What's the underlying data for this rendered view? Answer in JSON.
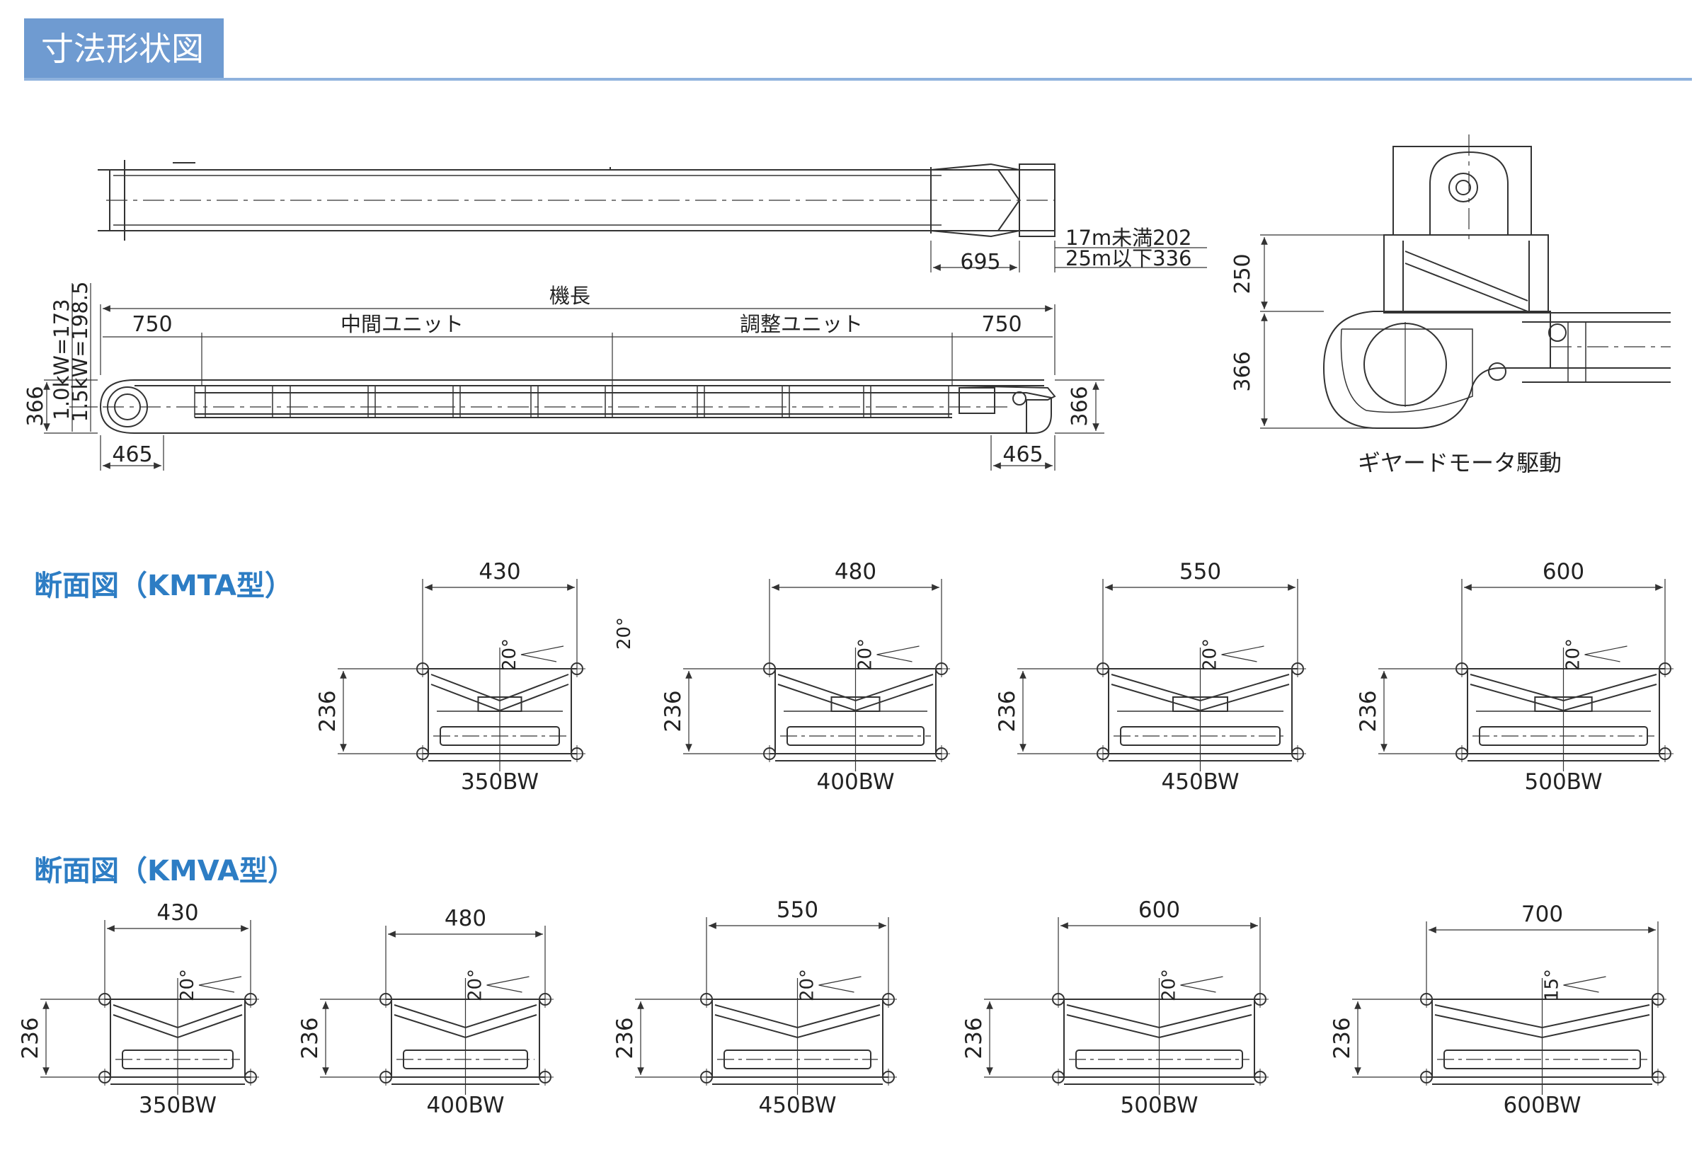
{
  "title": "寸法形状図",
  "plan_view": {
    "dim_695": "695",
    "note_17m": "17m未満202",
    "note_25m": "25m以下336"
  },
  "side_view": {
    "dim_total": "機長",
    "dim_750_left": "750",
    "dim_middle_unit": "中間ユニット",
    "dim_adjust_unit": "調整ユニット",
    "dim_750_right": "750",
    "dim_366_left": "366",
    "dim_kw1": "1.0kW=173",
    "dim_kw2": "1.5kW=198.5",
    "dim_465_left": "465",
    "dim_366_right": "366",
    "dim_465_right": "465"
  },
  "drive_view": {
    "dim_250": "250",
    "dim_366": "366",
    "caption": "ギヤードモータ駆動"
  },
  "kmta": {
    "heading": "断面図（KMTA型）",
    "angle_note": "20°",
    "sections": [
      {
        "width": "430",
        "height": "236",
        "angle": "20°",
        "label": "350BW"
      },
      {
        "width": "480",
        "height": "236",
        "angle": "20°",
        "label": "400BW"
      },
      {
        "width": "550",
        "height": "236",
        "angle": "20°",
        "label": "450BW"
      },
      {
        "width": "600",
        "height": "236",
        "angle": "20°",
        "label": "500BW"
      }
    ]
  },
  "kmva": {
    "heading": "断面図（KMVA型）",
    "sections": [
      {
        "width": "430",
        "height": "236",
        "angle": "20°",
        "label": "350BW"
      },
      {
        "width": "480",
        "height": "236",
        "angle": "20°",
        "label": "400BW"
      },
      {
        "width": "550",
        "height": "236",
        "angle": "20°",
        "label": "450BW"
      },
      {
        "width": "600",
        "height": "236",
        "angle": "20°",
        "label": "500BW"
      },
      {
        "width": "700",
        "height": "236",
        "angle": "15°",
        "label": "600BW"
      }
    ]
  },
  "colors": {
    "accent": "#6f9bd1",
    "heading": "#2d7dc4",
    "line": "#333333"
  }
}
